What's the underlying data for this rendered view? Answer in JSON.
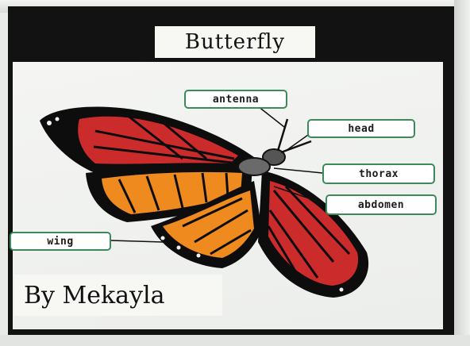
{
  "poster": {
    "title": "Butterfly",
    "byline": "By Mekayla"
  },
  "labels": {
    "antenna": "antenna",
    "head": "head",
    "thorax": "thorax",
    "abdomen": "abdomen",
    "wing": "wing"
  },
  "colors": {
    "board": "#121212",
    "wing_orange": "#ee8a1e",
    "wing_red": "#cc2b2b",
    "vein_black": "#0d0d0d",
    "label_border": "#3c8a5a"
  }
}
